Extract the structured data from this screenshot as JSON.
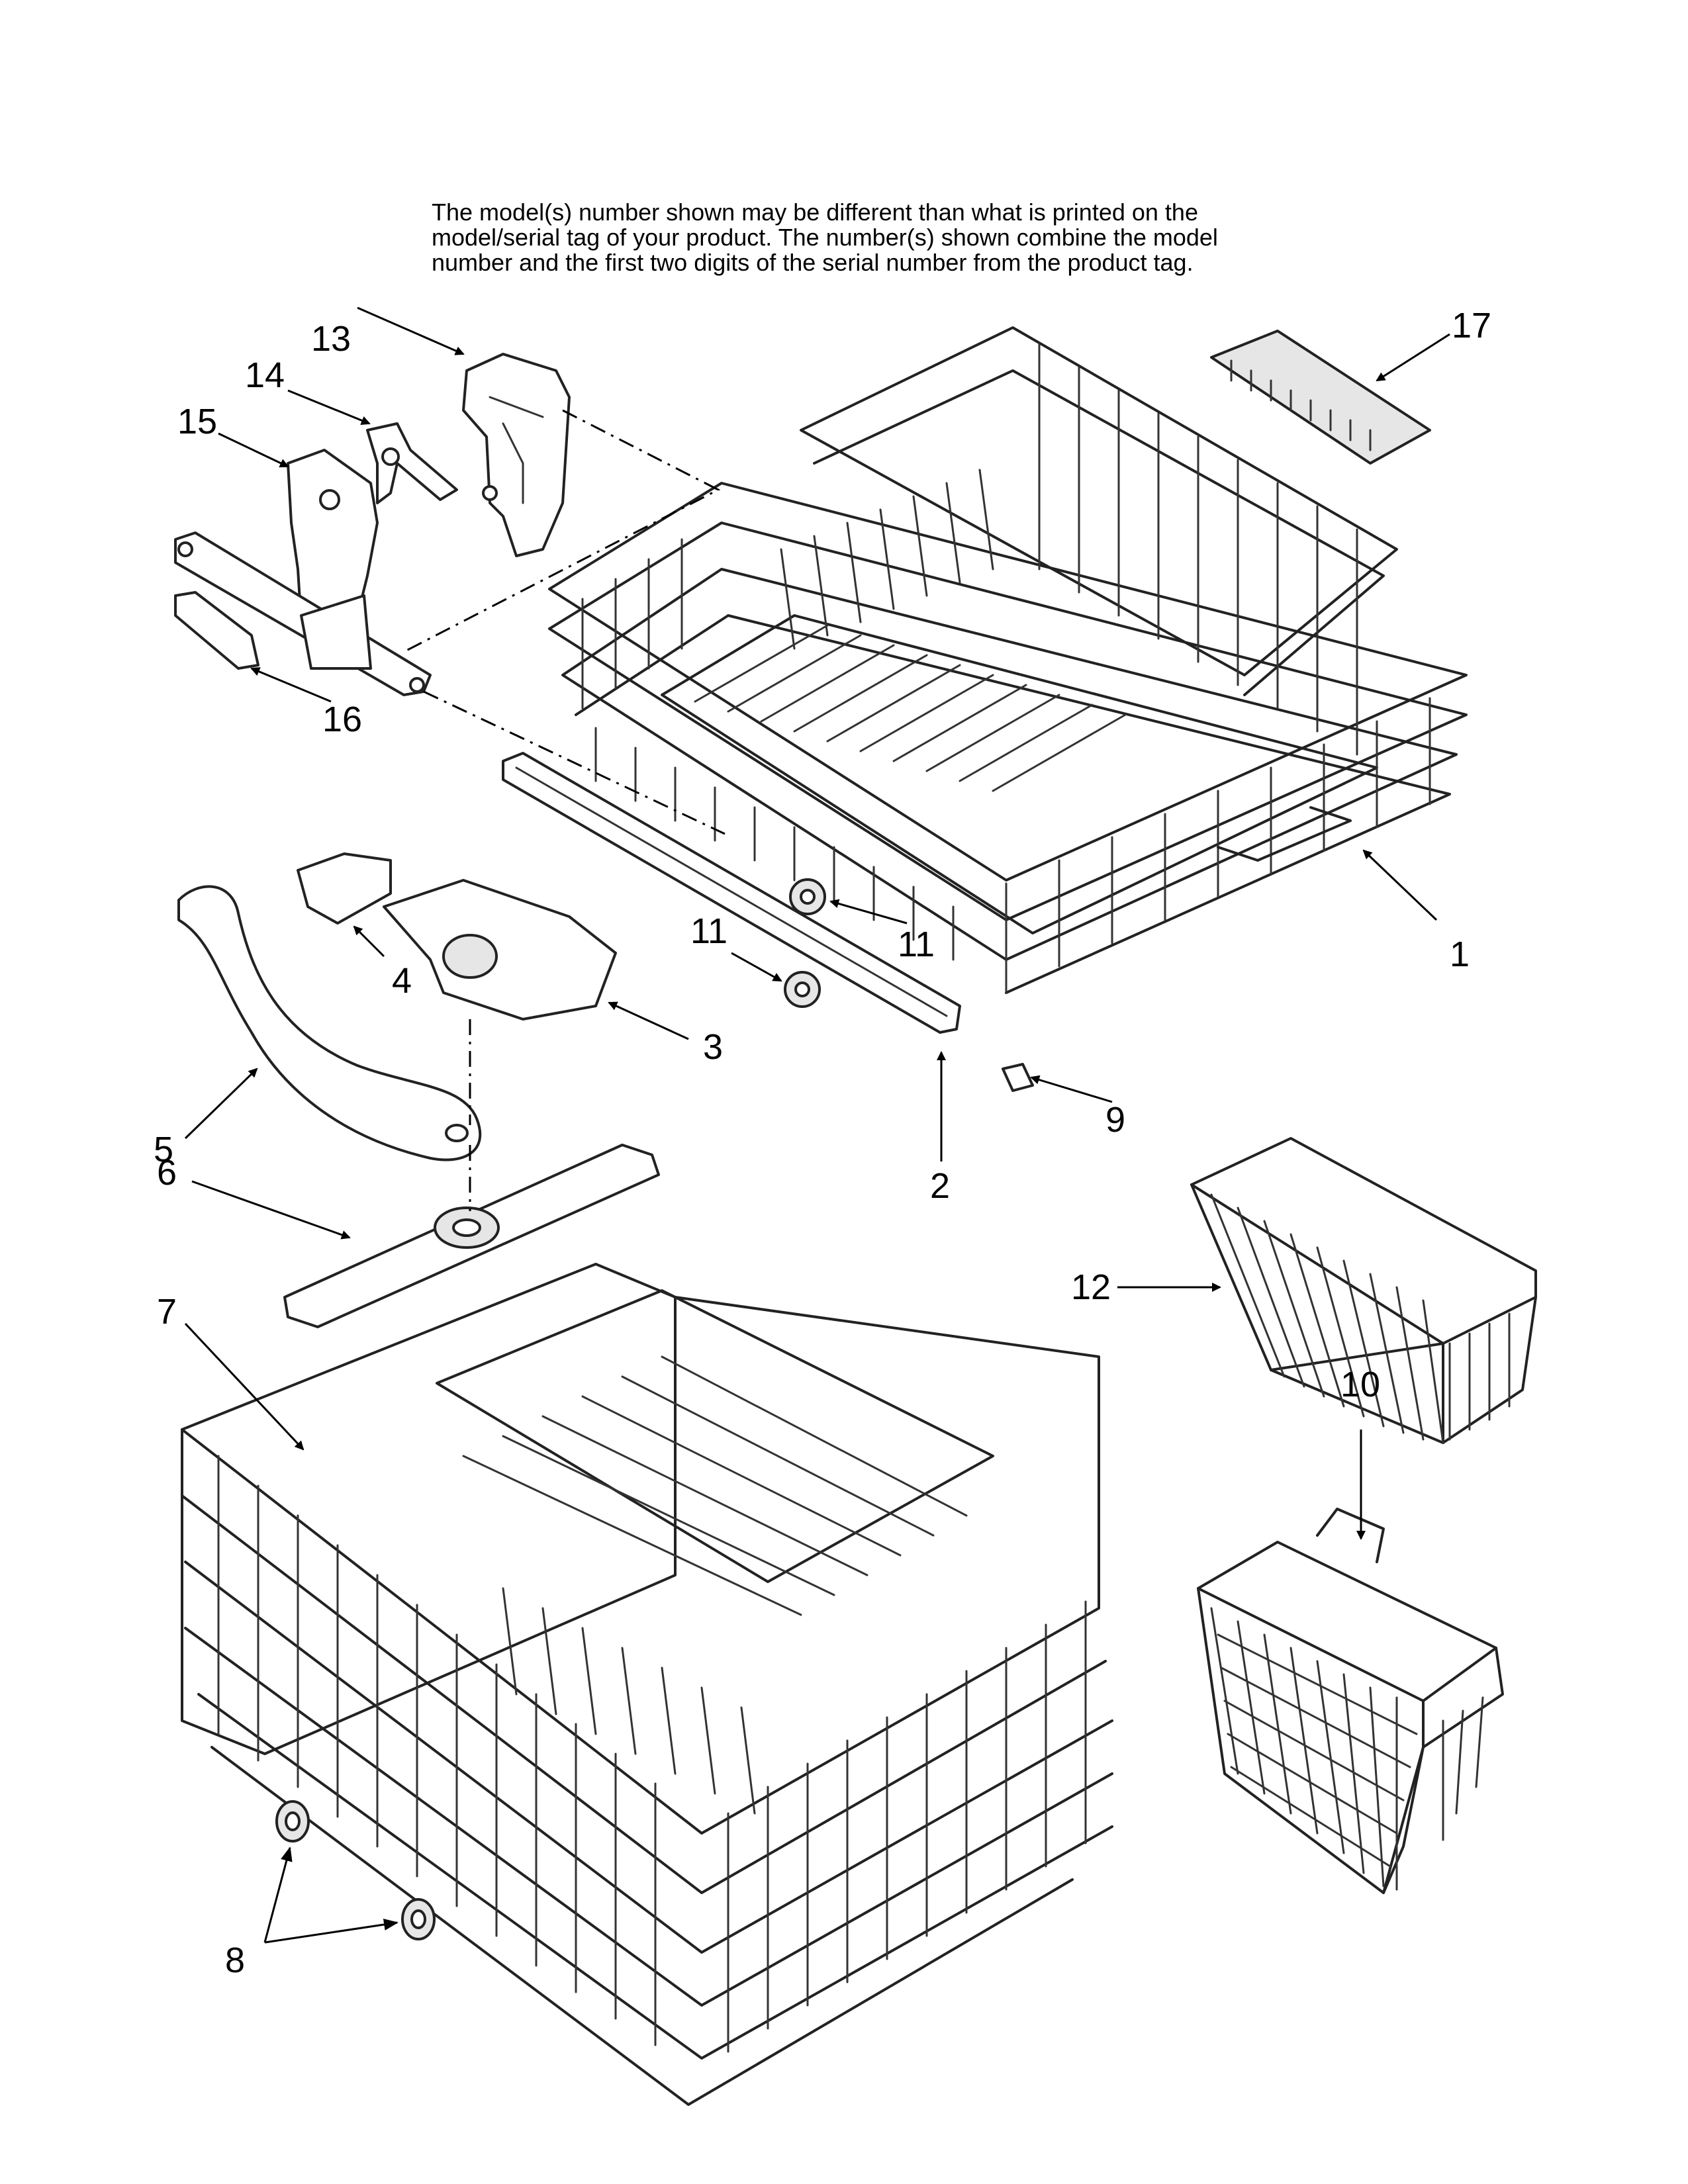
{
  "note": {
    "line1": "The model(s) number shown may be different than what is printed on the",
    "line2": "model/serial tag of your product. The number(s) shown combine the model",
    "line3": "number and the first two digits of the serial number from the product tag."
  },
  "callouts": {
    "c1": "1",
    "c2": "2",
    "c3": "3",
    "c4": "4",
    "c5": "5",
    "c6": "6",
    "c7": "7",
    "c8": "8",
    "c9": "9",
    "c10": "10",
    "c11a": "11",
    "c11b": "11",
    "c12": "12",
    "c13": "13",
    "c14": "14",
    "c15": "15",
    "c16": "16",
    "c17": "17"
  }
}
